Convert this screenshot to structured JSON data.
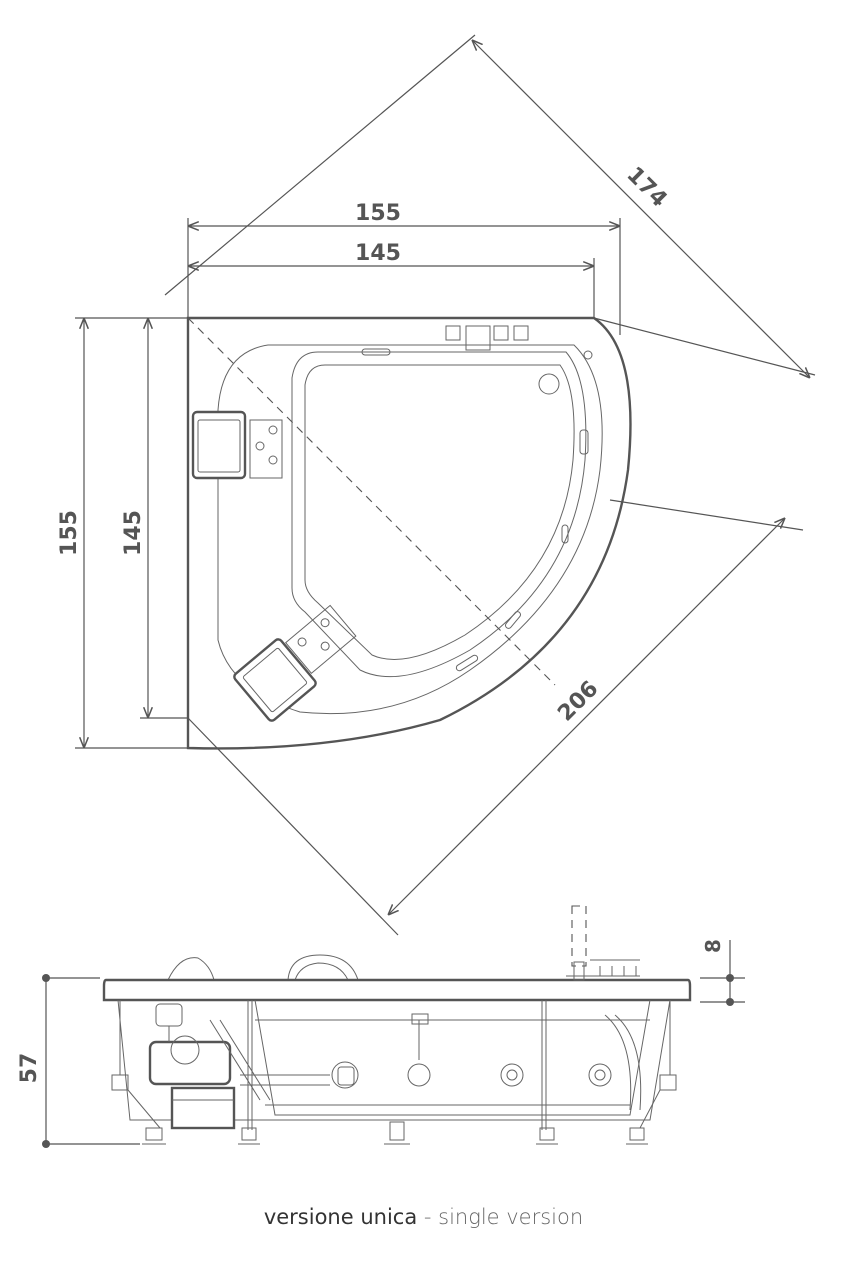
{
  "dimensions": {
    "top_outer": "155",
    "top_inner": "145",
    "left_outer": "155",
    "left_inner": "145",
    "diagonal_right": "174",
    "diagonal_bottom": "206",
    "height_total": "57",
    "height_rim": "8"
  },
  "caption": {
    "main": "versione unica",
    "separator": " - ",
    "secondary": "single version"
  }
}
